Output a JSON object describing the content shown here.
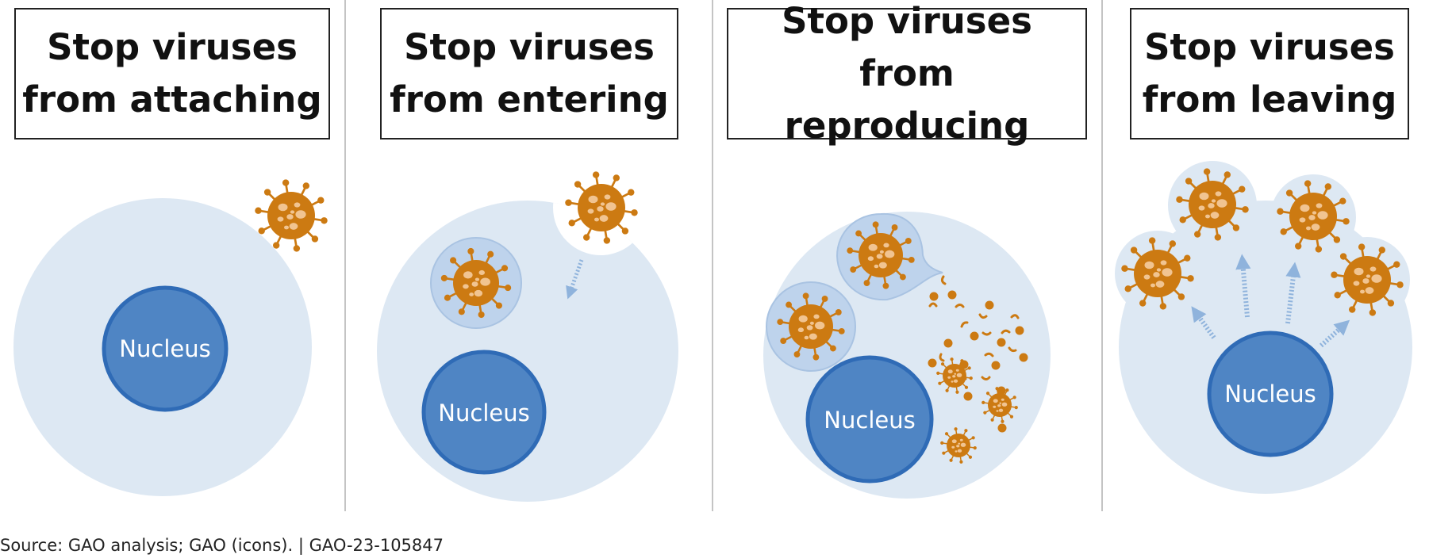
{
  "panels": [
    {
      "title_line1": "Stop viruses",
      "title_line2": "from attaching",
      "nucleus_label": "Nucleus"
    },
    {
      "title_line1": "Stop viruses",
      "title_line2": "from entering",
      "nucleus_label": "Nucleus"
    },
    {
      "title_line1": "Stop viruses from",
      "title_line2": "reproducing",
      "nucleus_label": "Nucleus"
    },
    {
      "title_line1": "Stop viruses",
      "title_line2": "from leaving",
      "nucleus_label": "Nucleus"
    }
  ],
  "source": "Source: GAO analysis; GAO (icons).  |  GAO-23-105847",
  "colors": {
    "cell": "#dde8f3",
    "nucleus_fill": "#4f85c4",
    "nucleus_stroke": "#2f6bb6",
    "vesicle": "#bed3ec",
    "virus": "#cc7a12",
    "virus_spot": "#f1c491",
    "arrow": "#8fb3dc",
    "divider": "#c4c4c4"
  }
}
